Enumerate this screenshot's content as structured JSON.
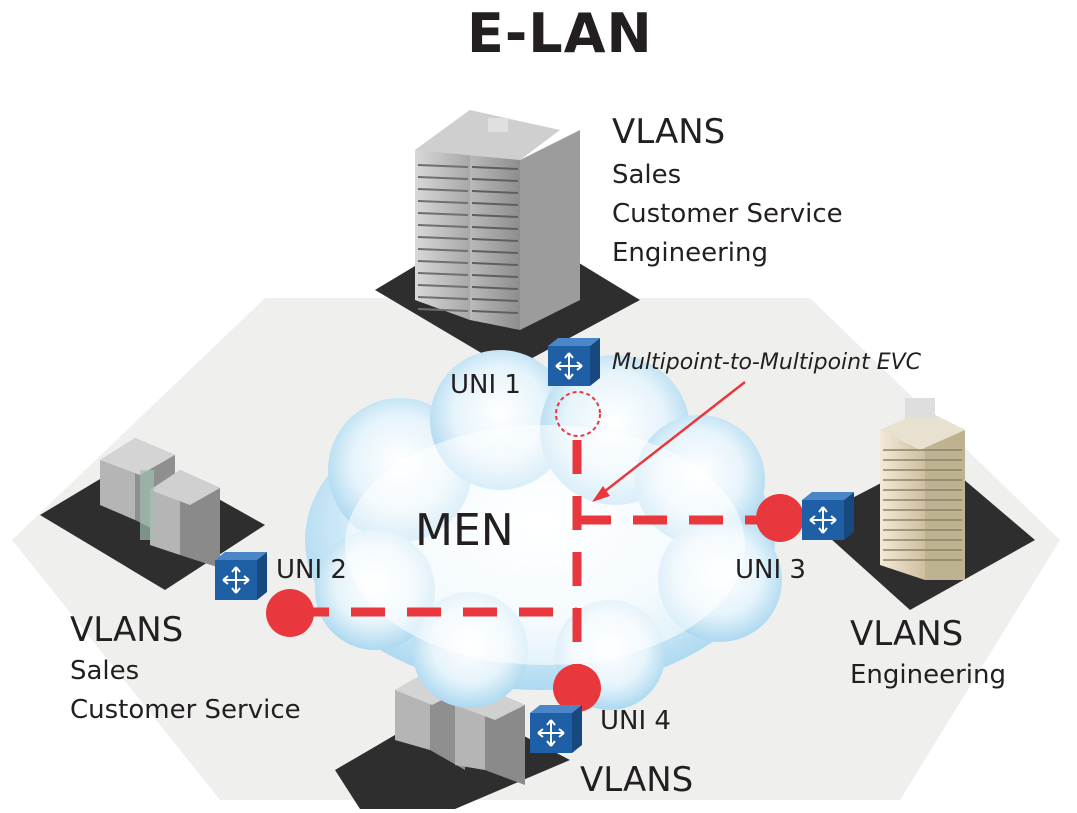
{
  "title": "E-LAN",
  "cloud_label": "MEN",
  "evc_label": "Multipoint-to-Multipoint EVC",
  "sites": {
    "uni1": {
      "label": "UNI 1",
      "vlans_heading": "VLANS",
      "vlans": [
        "Sales",
        "Customer Service",
        "Engineering"
      ]
    },
    "uni2": {
      "label": "UNI 2",
      "vlans_heading": "VLANS",
      "vlans": [
        "Sales",
        "Customer Service"
      ]
    },
    "uni3": {
      "label": "UNI 3",
      "vlans_heading": "VLANS",
      "vlans": [
        "Engineering"
      ]
    },
    "uni4": {
      "label": "UNI 4",
      "vlans_heading": "VLANS",
      "vlans": []
    }
  },
  "colors": {
    "evc": "#e8383d",
    "cloud": "#bfe3f5",
    "switch": "#1f5fa6",
    "platform": "#2b2b2b",
    "backdrop": "#eeeeec"
  },
  "icons": [
    "building-icon",
    "switch-icon",
    "cloud-icon"
  ]
}
